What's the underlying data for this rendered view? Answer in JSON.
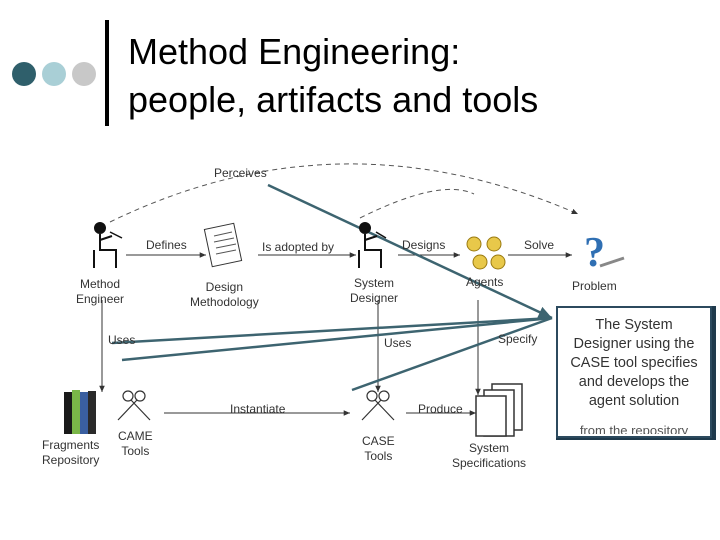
{
  "slide": {
    "title_line1": "Method Engineering:",
    "title_line2": "people, artifacts and tools",
    "bullet_dot_colors": [
      "#2f5f6b",
      "#a9cfd6",
      "#c8c8c8"
    ],
    "accent_line_color": "#3d6470"
  },
  "diagram": {
    "perceives": "Perceives",
    "defines": "Defines",
    "is_adopted_by": "Is adopted by",
    "designs": "Designs",
    "solve": "Solve",
    "method_engineer_1": "Method",
    "method_engineer_2": "Engineer",
    "design_methodology_1": "Design",
    "design_methodology_2": "Methodology",
    "system_designer_1": "System",
    "system_designer_2": "Designer",
    "agents": "Agents",
    "problem": "Problem",
    "uses_left": "Uses",
    "uses_right": "Uses",
    "specify": "Specify",
    "instantiate": "Instantiate",
    "produce": "Produce",
    "fragments_repository_1": "Fragments",
    "fragments_repository_2": "Repository",
    "came_tools_1": "CAME",
    "came_tools_2": "Tools",
    "case_tools_1": "CASE",
    "case_tools_2": "Tools",
    "system_specifications_1": "System",
    "system_specifications_2": "Specifications"
  },
  "callout": {
    "text_line1": "The System",
    "text_line2": "Designer using the",
    "text_line3": "CASE tool specifies",
    "text_line4": "and develops the",
    "text_line5": "agent solution",
    "underlying_text": "from the repository"
  }
}
